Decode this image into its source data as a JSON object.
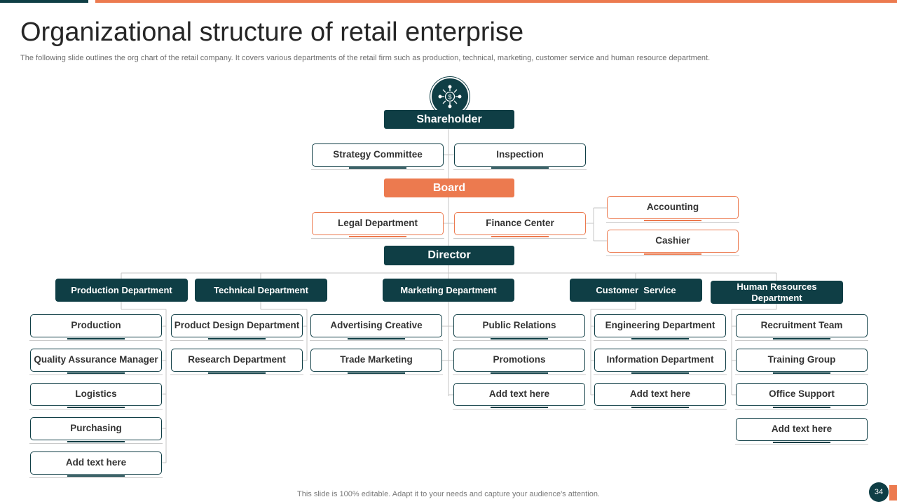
{
  "page": {
    "title": "Organizational structure of retail enterprise",
    "subtitle": "The following slide outlines the org chart of the retail company. It covers various departments of the retail firm such as production, technical, marketing, customer service and human resource department.",
    "footer": "This slide is 100% editable. Adapt it to your needs and capture your audience's attention.",
    "page_number": "34"
  },
  "colors": {
    "dark": "#0f3e45",
    "accent": "#ec7a4f",
    "line": "#c9c9c9"
  },
  "icon": "dollar-network-icon",
  "chart": {
    "shareholder": "Shareholder",
    "shareholder_children": [
      "Strategy Committee",
      "Inspection"
    ],
    "board": "Board",
    "board_children": [
      "Legal Department",
      "Finance Center"
    ],
    "finance_children": [
      "Accounting",
      "Cashier"
    ],
    "director": "Director",
    "departments": [
      {
        "name": "Production Department",
        "items": [
          "Production",
          "Quality Assurance Manager",
          "Logistics",
          "Purchasing",
          "Add text here"
        ]
      },
      {
        "name": "Technical Department",
        "items": [
          "Product Design Department",
          "Research Department"
        ]
      },
      {
        "name": "Marketing Department",
        "items": [
          "Advertising Creative",
          "Trade Marketing",
          "Public Relations",
          "Promotions",
          "Add text here"
        ]
      },
      {
        "name": "Customer  Service",
        "items": [
          "Engineering Department",
          "Information Department",
          "Add text here"
        ]
      },
      {
        "name": "Human Resources Department",
        "items": [
          "Recruitment Team",
          "Training Group",
          "Office Support",
          "Add text here"
        ]
      }
    ]
  }
}
